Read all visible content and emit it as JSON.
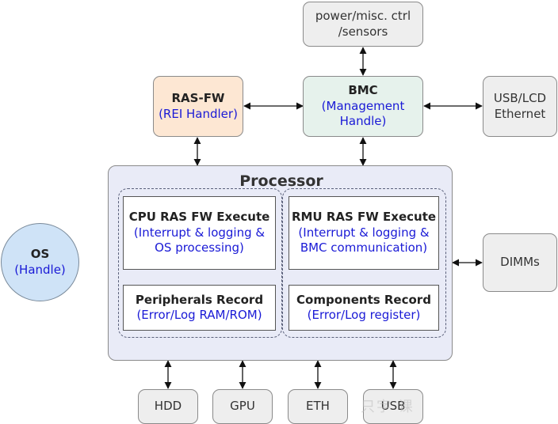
{
  "power": {
    "line1": "power/misc. ctrl",
    "line2": "/sensors"
  },
  "ras_fw": {
    "title": "RAS-FW",
    "subtitle": "(REI Handler)"
  },
  "bmc": {
    "title": "BMC",
    "line1": "(Management",
    "line2": "Handle)"
  },
  "usb_lcd": {
    "line1": "USB/LCD",
    "line2": "Ethernet"
  },
  "processor": {
    "title": "Processor"
  },
  "cpu_ras": {
    "title": "CPU RAS FW Execute",
    "line1": "(Interrupt  & logging &",
    "line2": "OS processing)"
  },
  "rmu_ras": {
    "title": "RMU RAS FW Execute",
    "line1": "(Interrupt & logging &",
    "line2": "BMC communication)"
  },
  "peripherals": {
    "title": "Peripherals Record",
    "subtitle": "(Error/Log RAM/ROM)"
  },
  "components": {
    "title": "Components Record",
    "subtitle": "(Error/Log register)"
  },
  "os": {
    "title": "OS",
    "subtitle": "(Handle)"
  },
  "dimms": {
    "label": "DIMMs"
  },
  "bottom": {
    "hdd": "HDD",
    "gpu": "GPU",
    "eth": "ETH",
    "usb": "USB"
  },
  "watermark": "只字 课",
  "colors": {
    "accent_text": "#1a1ad6",
    "ras_fill": "#fde7d3",
    "bmc_fill": "#e6f2ec",
    "processor_fill": "#e9ebf7",
    "os_fill": "#cfe3f7"
  }
}
